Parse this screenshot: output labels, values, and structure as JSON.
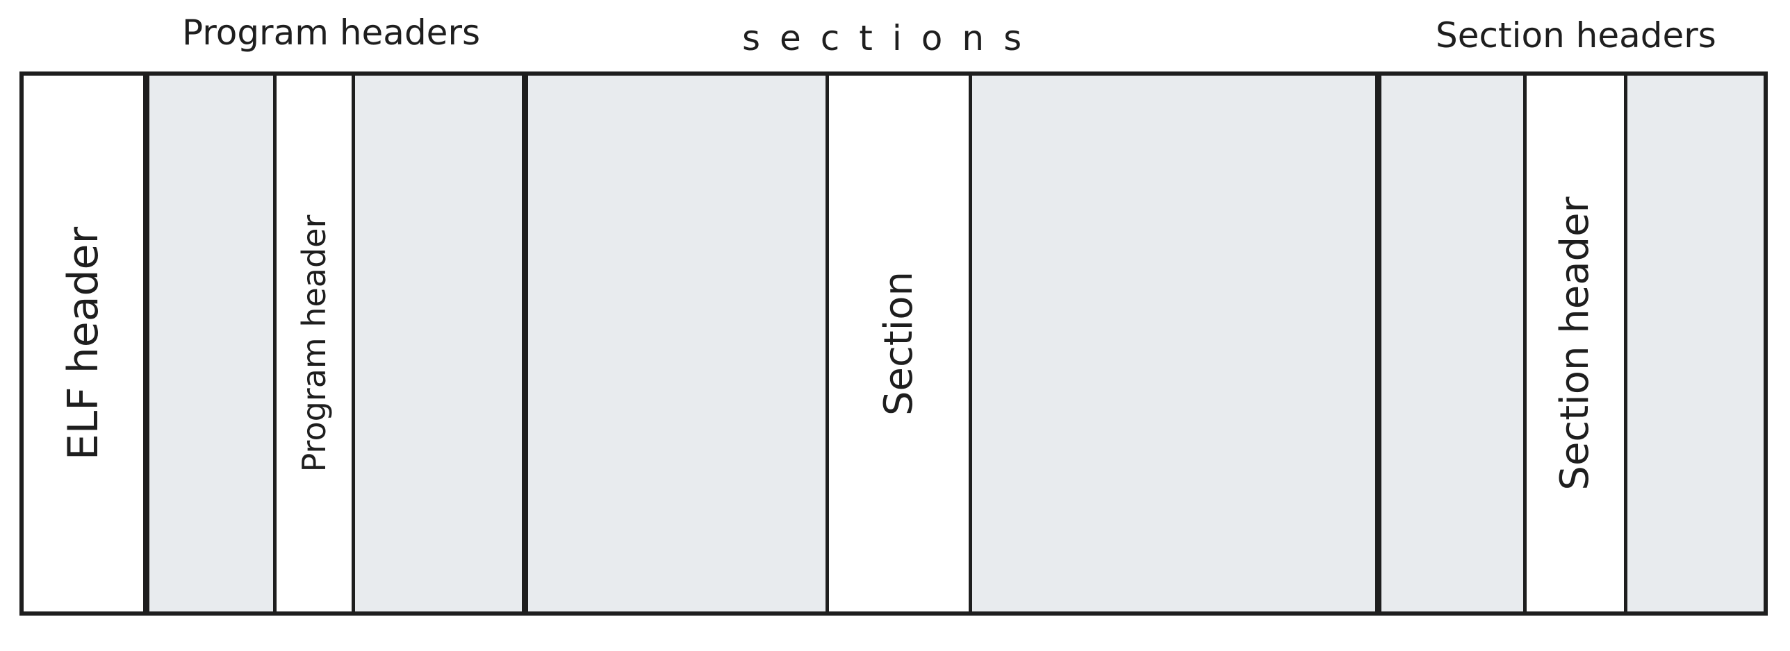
{
  "labels": {
    "program_headers": "Program headers",
    "sections": "sections",
    "section_headers": "Section headers"
  },
  "blocks": {
    "elf_header": "ELF header",
    "program_header": "Program header",
    "section": "Section",
    "section_header": "Section header"
  },
  "colors": {
    "stroke": "#1e1e1e",
    "shaded_fill": "#e8ebee",
    "white_fill": "#ffffff"
  }
}
